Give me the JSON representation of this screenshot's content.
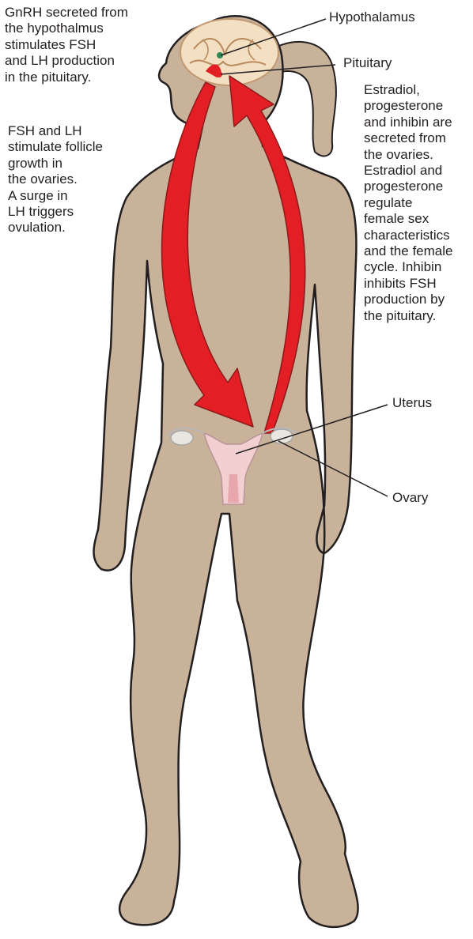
{
  "labels": {
    "hypothalamus": "Hypothalamus",
    "pituitary": "Pituitary",
    "uterus": "Uterus",
    "ovary": "Ovary"
  },
  "captions": {
    "gnrh": "GnRH secreted from\nthe hypothalmus\nstimulates FSH\nand LH production\nin  the pituitary.",
    "fsh_lh": "FSH and LH\nstimulate follicle\ngrowth in\nthe ovaries.\nA surge in\nLH triggers\novulation.",
    "estradiol": "Estradiol,\nprogesterone\nand inhibin are\nsecreted from\nthe ovaries.\nEstradiol and\nprogesterone\nregulate\nfemale sex\ncharacteristics\nand the female\ncycle. Inhibin\ninhibits FSH\nproduction by\nthe pituitary."
  },
  "colors": {
    "skin": "#c8b29a",
    "outline": "#231f20",
    "arrow": "#e31e24",
    "arrow_edge": "#8b1a1a",
    "uterus": "#f2cfd0"
  }
}
